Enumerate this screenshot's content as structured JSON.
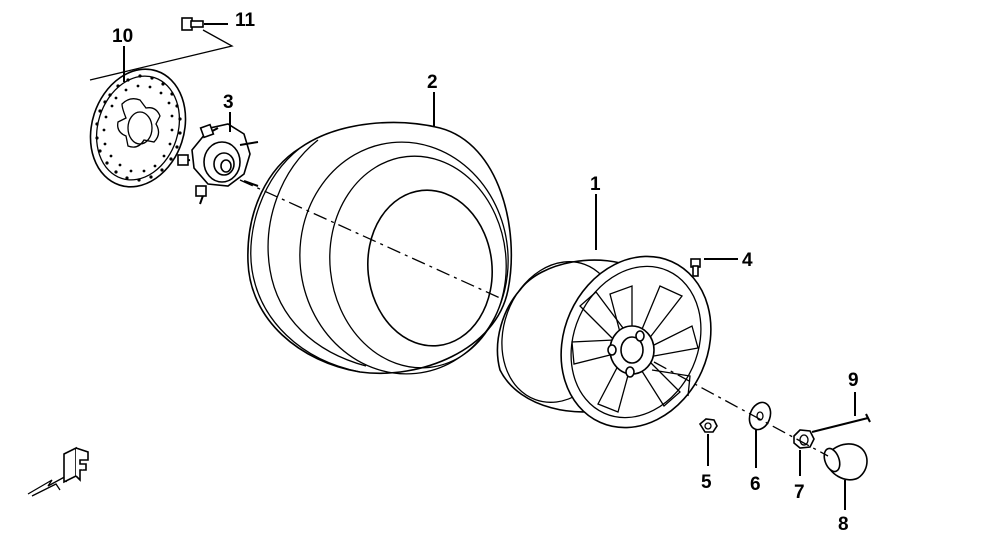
{
  "diagram": {
    "type": "exploded-parts-diagram",
    "callouts": [
      {
        "id": "1",
        "label": "1",
        "part": "wheel-rim"
      },
      {
        "id": "2",
        "label": "2",
        "part": "tire"
      },
      {
        "id": "3",
        "label": "3",
        "part": "wheel-hub"
      },
      {
        "id": "4",
        "label": "4",
        "part": "valve-stem"
      },
      {
        "id": "5",
        "label": "5",
        "part": "lug-nut"
      },
      {
        "id": "6",
        "label": "6",
        "part": "washer"
      },
      {
        "id": "7",
        "label": "7",
        "part": "castle-nut"
      },
      {
        "id": "8",
        "label": "8",
        "part": "hub-cap"
      },
      {
        "id": "9",
        "label": "9",
        "part": "cotter-pin"
      },
      {
        "id": "10",
        "label": "10",
        "part": "brake-disc"
      },
      {
        "id": "11",
        "label": "11",
        "part": "disc-bolt"
      }
    ],
    "direction_marker": {
      "letter": "F",
      "icon": "front-direction-arrow-icon"
    }
  }
}
